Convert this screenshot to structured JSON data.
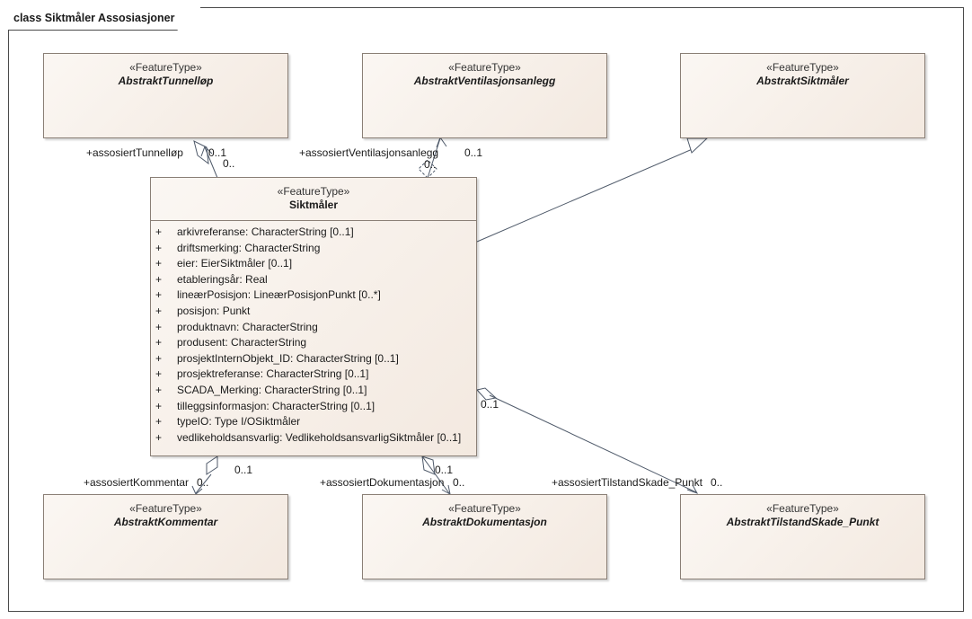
{
  "diagram": {
    "title": "class Siktmåler Assosiasjoner"
  },
  "classes": {
    "tunnellop": {
      "stereotype": "«FeatureType»",
      "name": "AbstraktTunnelløp"
    },
    "ventilasjon": {
      "stereotype": "«FeatureType»",
      "name": "AbstraktVentilasjonsanlegg"
    },
    "siktmaler_abstract": {
      "stereotype": "«FeatureType»",
      "name": "AbstraktSiktmåler"
    },
    "siktmaler": {
      "stereotype": "«FeatureType»",
      "name": "Siktmåler",
      "attributes": [
        {
          "vis": "+",
          "text": "arkivreferanse: CharacterString [0..1]"
        },
        {
          "vis": "+",
          "text": "driftsmerking: CharacterString"
        },
        {
          "vis": "+",
          "text": "eier: EierSiktmåler [0..1]"
        },
        {
          "vis": "+",
          "text": "etableringsår: Real"
        },
        {
          "vis": "+",
          "text": "lineærPosisjon: LineærPosisjonPunkt [0..*]"
        },
        {
          "vis": "+",
          "text": "posisjon: Punkt"
        },
        {
          "vis": "+",
          "text": "produktnavn: CharacterString"
        },
        {
          "vis": "+",
          "text": "produsent: CharacterString"
        },
        {
          "vis": "+",
          "text": "prosjektInternObjekt_ID: CharacterString [0..1]"
        },
        {
          "vis": "+",
          "text": "prosjektreferanse: CharacterString [0..1]"
        },
        {
          "vis": "+",
          "text": "SCADA_Merking: CharacterString [0..1]"
        },
        {
          "vis": "+",
          "text": "tilleggsinformasjon: CharacterString [0..1]"
        },
        {
          "vis": "+",
          "text": "typeIO: Type I/OSiktmåler"
        },
        {
          "vis": "+",
          "text": "vedlikeholdsansvarlig: VedlikeholdsansvarligSiktmåler [0..1]"
        }
      ]
    },
    "kommentar": {
      "stereotype": "«FeatureType»",
      "name": "AbstraktKommentar"
    },
    "dokumentasjon": {
      "stereotype": "«FeatureType»",
      "name": "AbstraktDokumentasjon"
    },
    "tilstandskade": {
      "stereotype": "«FeatureType»",
      "name": "AbstraktTilstandSkade_Punkt"
    }
  },
  "associations": {
    "tunnellop": {
      "role": "+assosiertTunnelløp",
      "target_mult": "0..1",
      "source_mult": "0.."
    },
    "ventilasjon": {
      "role": "+assosiertVentilasjonsanlegg",
      "target_mult": "0..1",
      "source_mult": "0.."
    },
    "kommentar": {
      "role": "+assosiertKommentar",
      "target_mult": "0..",
      "source_mult": "0..1"
    },
    "dokumentasjon": {
      "role": "+assosiertDokumentasjon",
      "target_mult": "0..",
      "source_mult": "0..1"
    },
    "tilstandskade": {
      "role": "+assosiertTilstandSkade_Punkt",
      "target_mult": "0..",
      "source_mult": "0..1"
    }
  },
  "colors": {
    "class_fill_light": "#fbf7f3",
    "class_fill_dark": "#f3e9e0",
    "line": "#4f5a6a",
    "border": "#8a7f76"
  }
}
